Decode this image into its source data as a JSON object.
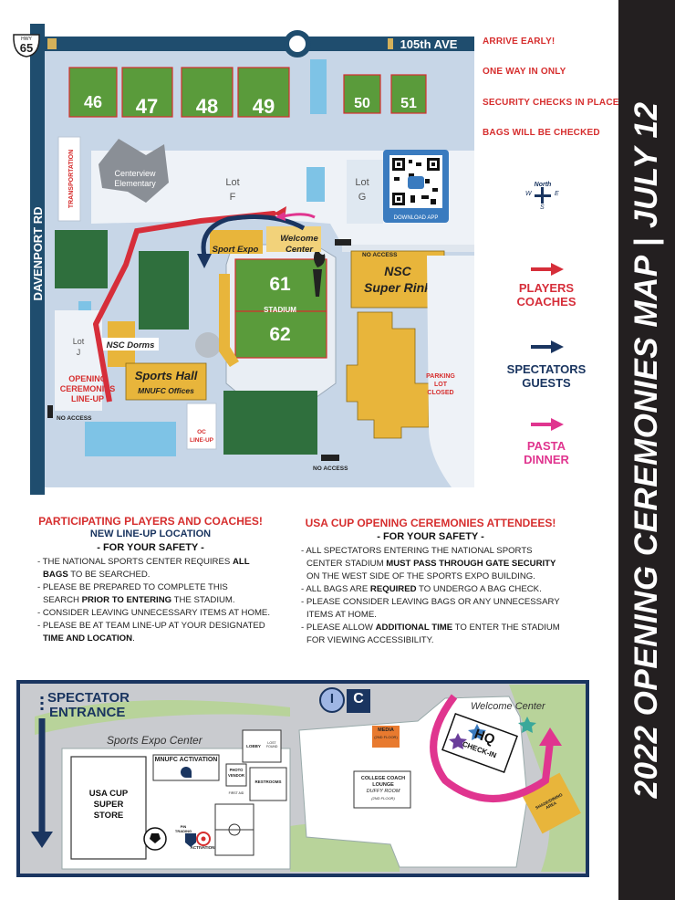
{
  "map": {
    "highway_shield": {
      "top": "HWY",
      "number": "65"
    },
    "roads": {
      "north": "105th AVE",
      "west": "DAVENPORT RD"
    },
    "fields": {
      "f46": "46",
      "f47": "47",
      "f48": "48",
      "f49": "49",
      "f50": "50",
      "f51": "51",
      "f61": "61",
      "f62": "62"
    },
    "places": {
      "centerview_1": "Centerview",
      "centerview_2": "Elementary",
      "transportation": "TRANSPORTATION",
      "lot_f_1": "Lot",
      "lot_f_2": "F",
      "lot_g_1": "Lot",
      "lot_g_2": "G",
      "lot_j_1": "Lot",
      "lot_j_2": "J",
      "download_app": "DOWNLOAD APP",
      "sport_expo": "Sport Expo",
      "welcome_1": "Welcome",
      "welcome_2": "Center",
      "stadium": "STADIUM",
      "rink_1": "NSC",
      "rink_2": "Super Rink",
      "dorms": "NSC Dorms",
      "sports_hall": "Sports Hall",
      "mnufc_offices": "MNUFC Offices",
      "opening_1": "OPENING",
      "opening_2": "CEREMONIES",
      "opening_3": "LINE-UP",
      "oc_1": "OC",
      "oc_2": "LINE-UP",
      "parking_1": "PARKING",
      "parking_2": "LOT",
      "parking_3": "CLOSED",
      "no_access_1": "NO ACCESS",
      "no_access_2": "NO ACCESS",
      "no_access_3": "NO ACCESS"
    },
    "compass": {
      "n": "North",
      "w": "W",
      "e": "E",
      "s": "S"
    }
  },
  "notes": [
    "ARRIVE EARLY!",
    "ONE WAY IN ONLY",
    "SECURITY CHECKS IN PLACE",
    "BAGS WILL BE CHECKED"
  ],
  "legend": {
    "players_1": "PLAYERS",
    "players_2": "COACHES",
    "spectators_1": "SPECTATORS",
    "spectators_2": "GUESTS",
    "pasta_1": "PASTA",
    "pasta_2": "DINNER",
    "colors": {
      "players": "#d62e3a",
      "spectators": "#1a3560",
      "pasta": "#e0358f"
    }
  },
  "players_section": {
    "title": "PARTICIPATING PLAYERS AND COACHES!",
    "subtitle": "NEW LINE-UP LOCATION",
    "safety": "- FOR YOUR SAFETY -",
    "b1_pre": "- THE NATIONAL SPORTS CENTER REQUIRES ",
    "b1_bold": "ALL",
    "b1_bold2": "BAGS",
    "b1_post": " TO BE SEARCHED.",
    "b2_pre": "- PLEASE BE PREPARED TO COMPLETE THIS",
    "b2_mid": "SEARCH ",
    "b2_bold": "PRIOR TO ENTERING",
    "b2_post": " THE STADIUM.",
    "b3": "- CONSIDER LEAVING UNNECESSARY ITEMS AT HOME.",
    "b4_pre": "- PLEASE BE AT TEAM LINE-UP AT YOUR DESIGNATED",
    "b4_bold": "TIME AND LOCATION",
    "b4_post": "."
  },
  "attendees_section": {
    "title": "USA CUP OPENING CEREMONIES ATTENDEES!",
    "safety": "- FOR YOUR SAFETY -",
    "b1_l1": "- ALL SPECTATORS ENTERING THE NATIONAL SPORTS",
    "b1_l2_pre": "CENTER STADIUM ",
    "b1_l2_bold": "MUST PASS THROUGH GATE SECURITY",
    "b1_l3": "ON THE WEST SIDE OF THE SPORTS EXPO BUILDING.",
    "b2_pre": "- ALL BAGS ARE ",
    "b2_bold": "REQUIRED",
    "b2_post": " TO UNDERGO A BAG CHECK.",
    "b3_l1": "- PLEASE CONSIDER LEAVING BAGS OR ANY UNNECESSARY",
    "b3_l2": "ITEMS AT HOME.",
    "b4_pre": "- PLEASE ALLOW ",
    "b4_bold": "ADDITIONAL TIME",
    "b4_post": " TO ENTER THE STADIUM",
    "b4_l2": "FOR VIEWING ACCESSIBILITY."
  },
  "expo_map": {
    "entrance_1": "SPECTATOR",
    "entrance_2": "ENTRANCE",
    "expo_center": "Sports Expo Center",
    "welcome_center": "Welcome Center",
    "mnufc_activation": "MNUFC ACTIVATION",
    "lobby": "LOBBY",
    "lost_found": "LOST FOUND",
    "photo_vendor": "PHOTO VENDOR",
    "restrooms": "RESTROOMS",
    "first_aid": "FIRST AID",
    "store_1": "USA CUP",
    "store_2": "SUPER",
    "store_3": "STORE",
    "pin_trading": "PIN TRADING",
    "activation": "ACTIVATION",
    "media_1": "MEDIA",
    "media_2": "(2ND FLOOR)",
    "coach_1": "COLLEGE COACH",
    "coach_2": "LOUNGE",
    "coach_3": "DUFFY ROOM",
    "coach_4": "(2ND FLOOR)",
    "hq": "HQ",
    "check_in": "CHECK-IN",
    "dining": "SHADE/DINING AREA",
    "info_i": "I",
    "info_c": "C"
  },
  "side_title": "2022 OPENING CEREMONIES MAP | JULY 12"
}
